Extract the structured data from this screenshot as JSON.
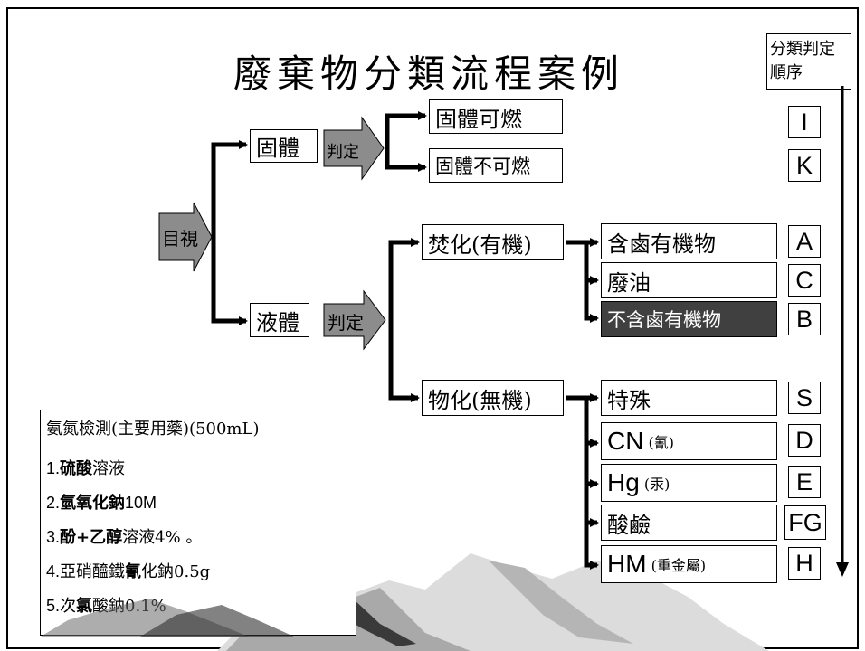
{
  "title": "廢棄物分類流程案例",
  "order_label": {
    "line1": "分類判定",
    "line2": "順序"
  },
  "start": "目視",
  "solid": {
    "label": "固體",
    "judge": "判定",
    "items": [
      {
        "label": "固體可燃",
        "code": "I"
      },
      {
        "label": "固體不可燃",
        "code": "K"
      }
    ]
  },
  "liquid": {
    "label": "液體",
    "judge": "判定",
    "incineration": {
      "label": "焚化(有機)",
      "items": [
        {
          "label": "含鹵有機物",
          "code": "A"
        },
        {
          "label": "廢油",
          "code": "C"
        },
        {
          "label": "不含鹵有機物",
          "code": "B"
        }
      ]
    },
    "physchem": {
      "label": "物化(無機)",
      "items": [
        {
          "label": "特殊",
          "code": "S"
        },
        {
          "main": "CN",
          "note": "(氰)",
          "code": "D"
        },
        {
          "main": "Hg",
          "note": "(汞)",
          "code": "E"
        },
        {
          "label": "酸鹼",
          "code": "FG"
        },
        {
          "main": "HM",
          "note": "(重金屬)",
          "code": "H"
        }
      ]
    }
  },
  "annotation": {
    "heading": "氨氮檢測(主要用藥)(500mL)",
    "lines": [
      {
        "num": "1.",
        "bold": "硫酸",
        "rest": "溶液"
      },
      {
        "num": "2.",
        "bold": "氫氧化鈉",
        "rest": "10M"
      },
      {
        "num": "3.",
        "bold": "酚+乙醇",
        "rest": "溶液4% 。"
      },
      {
        "num": "4.",
        "pre": "亞硝醯鐵",
        "bold": "氰",
        "rest": "化鈉0.5g"
      },
      {
        "num": "5.",
        "pre": "次",
        "bold": "氯",
        "rest": "酸鈉0.1%"
      }
    ]
  },
  "colors": {
    "dark_box": "#404040",
    "gray_arrow": "#8c8c8c"
  }
}
